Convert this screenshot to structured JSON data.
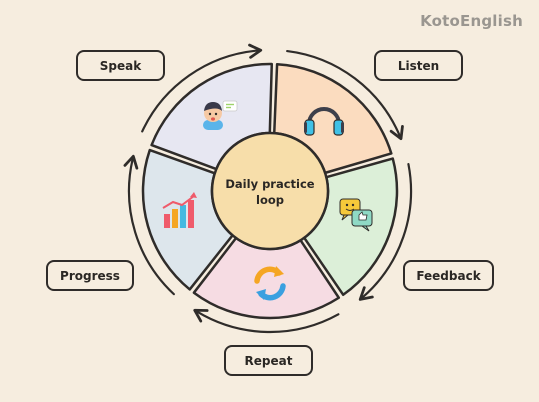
{
  "brand": "KotoEnglish",
  "center_label_lines": [
    "Daily practice",
    "loop"
  ],
  "steps": [
    {
      "id": "listen",
      "label": "Listen",
      "color": "#fbdcbf",
      "icon": "headphones-icon"
    },
    {
      "id": "feedback",
      "label": "Feedback",
      "color": "#dcefd8",
      "icon": "chat-bubbles-icon"
    },
    {
      "id": "repeat",
      "label": "Repeat",
      "color": "#f6dce3",
      "icon": "cycle-arrows-icon"
    },
    {
      "id": "progress",
      "label": "Progress",
      "color": "#dde6ec",
      "icon": "growth-chart-icon"
    },
    {
      "id": "speak",
      "label": "Speak",
      "color": "#e7e7f2",
      "icon": "speaking-person-icon"
    }
  ],
  "colors": {
    "background": "#f6eddf",
    "outline": "#2f2c2a",
    "center_fill": "#f7deaa",
    "brand_text": "#9a9690"
  }
}
